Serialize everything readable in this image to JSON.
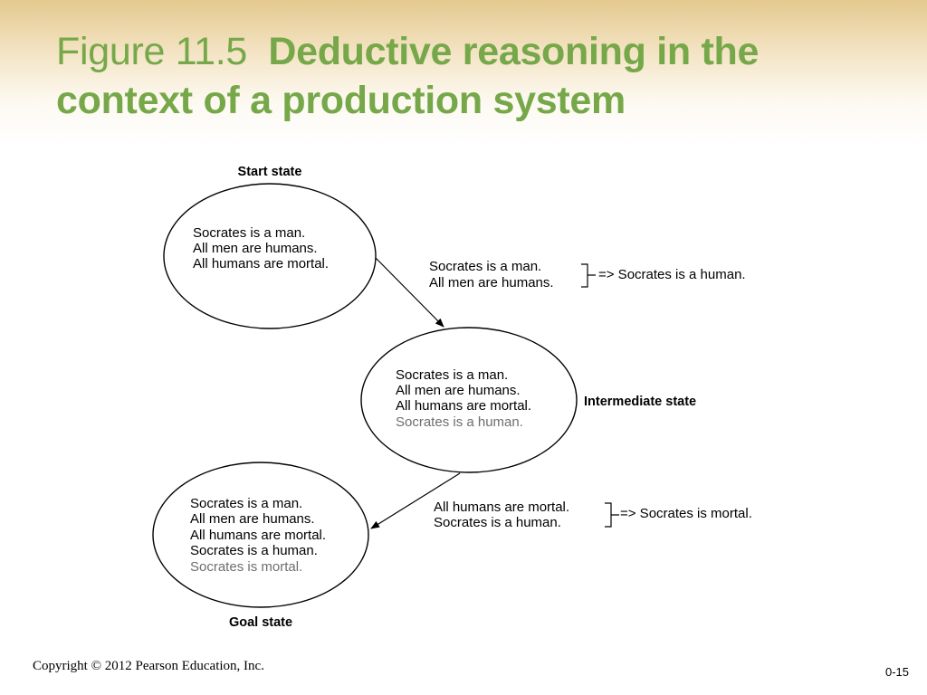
{
  "title": {
    "prefix": "Figure 11.5",
    "bold_line1": "Deductive reasoning in the",
    "bold_line2": "context of a production system"
  },
  "diagram": {
    "start": {
      "label": "Start state",
      "lines": [
        "Socrates is a man.",
        "All men are humans.",
        "All humans are mortal."
      ]
    },
    "intermediate": {
      "label": "Intermediate state",
      "lines": [
        "Socrates is a man.",
        "All men are humans.",
        "All humans are mortal."
      ],
      "new_line": "Socrates is a human."
    },
    "goal": {
      "label": "Goal state",
      "lines": [
        "Socrates is a man.",
        "All men are humans.",
        "All humans are mortal.",
        "Socrates is a human."
      ],
      "new_line": "Socrates is mortal."
    },
    "rule1": {
      "premises": [
        "Socrates is a man.",
        "All men are humans."
      ],
      "conclusion": "=> Socrates is a human."
    },
    "rule2": {
      "premises": [
        "All humans are mortal.",
        "Socrates is a human."
      ],
      "conclusion": "=> Socrates is mortal."
    }
  },
  "footer": {
    "copyright": "Copyright © 2012 Pearson Education, Inc.",
    "page_number": "0-15"
  }
}
